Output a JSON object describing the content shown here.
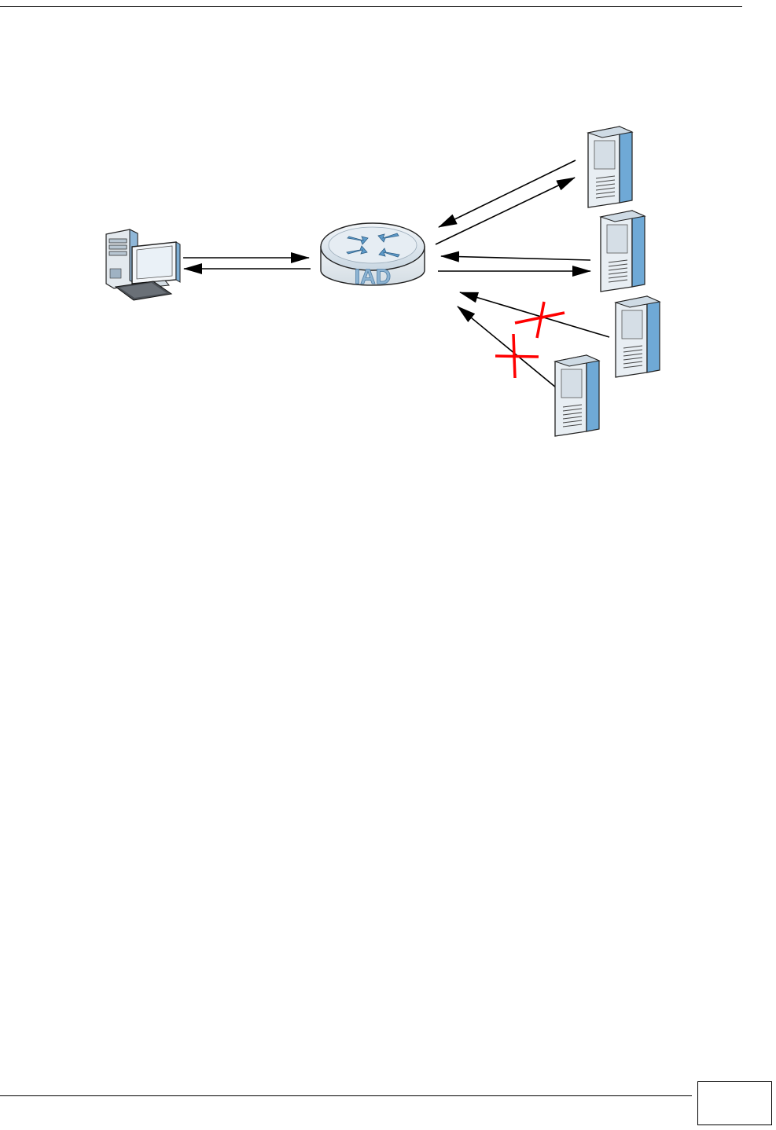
{
  "router": {
    "label": "IAD",
    "icon": "router-icon"
  },
  "client": {
    "icon": "computer-icon"
  },
  "servers": [
    {
      "icon": "server-icon",
      "status": "allowed"
    },
    {
      "icon": "server-icon",
      "status": "allowed"
    },
    {
      "icon": "server-icon",
      "status": "blocked"
    },
    {
      "icon": "server-icon",
      "status": "blocked"
    }
  ],
  "colors": {
    "server_front": "#e8eef3",
    "server_side": "#6fa9d6",
    "router_top": "#dfe8ef",
    "router_arrows": "#5d9ac9",
    "blocked_mark": "#ff0000"
  },
  "footer": {
    "page_number": ""
  }
}
